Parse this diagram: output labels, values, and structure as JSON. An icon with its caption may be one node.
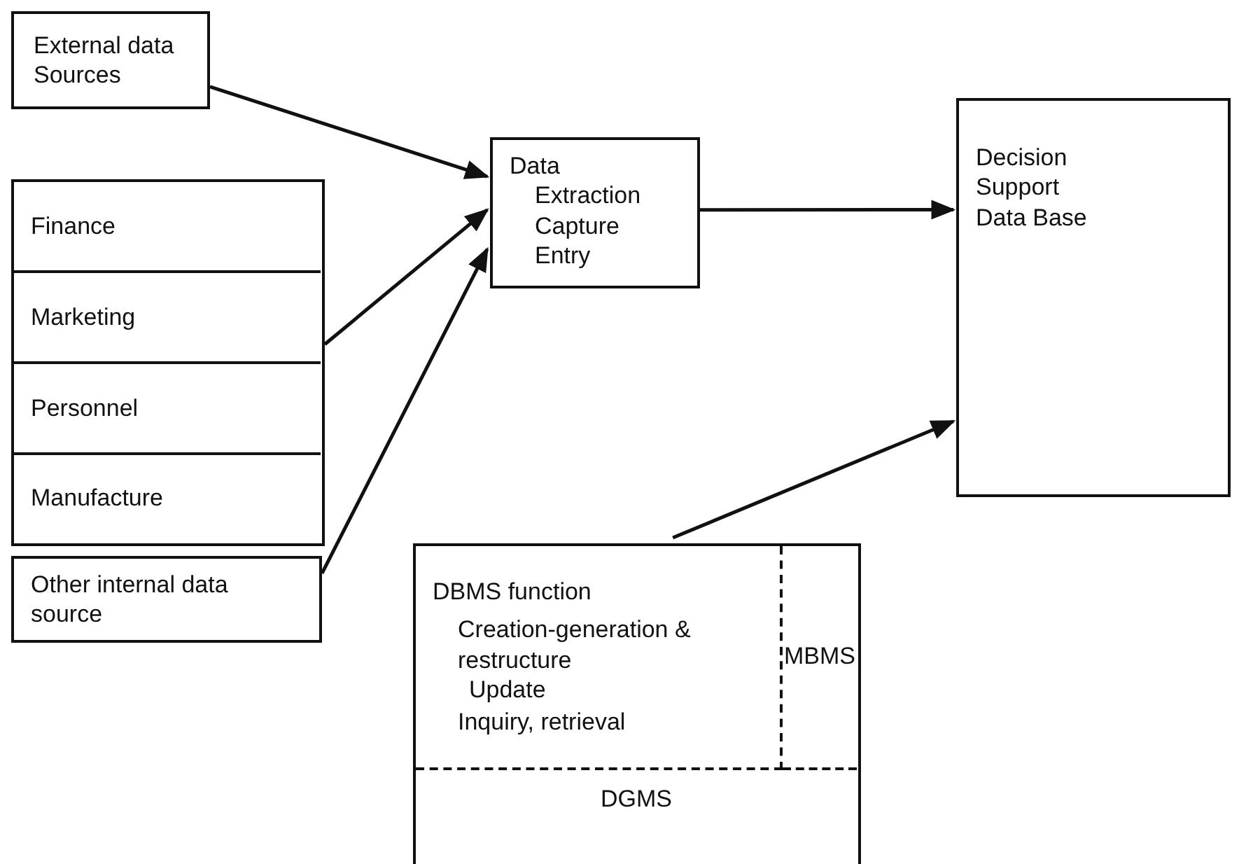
{
  "diagram": {
    "nodes": [
      {
        "text": [
          "External data Sources"
        ]
      },
      {
        "text": [],
        "shape": "box"
      },
      {
        "text": [
          "Finance"
        ],
        "in": 1
      },
      {
        "text": [
          "Marketing"
        ],
        "in": 1
      },
      {
        "text": [
          "Personnel"
        ],
        "in": 1
      },
      {
        "text": [
          "Manufacture"
        ],
        "in": 1
      },
      {
        "text": [
          "Other internal data source"
        ]
      },
      {
        "text": [
          "Data",
          "Extraction",
          "Capture",
          "Entry"
        ]
      },
      {
        "text": [
          "Decision Support Data Base"
        ]
      },
      {
        "text": [],
        "shape": "box"
      },
      {
        "text": [
          "DBMS function",
          "Creation-generation & restructure",
          "Update",
          "Inquiry, retrieval"
        ],
        "in": 9
      },
      {
        "text": [
          "MBMS"
        ],
        "in": 9
      },
      {
        "text": [
          "DGMS"
        ],
        "in": 9
      }
    ],
    "edges": [
      {
        "from": 0,
        "to": 7,
        "arrow": "to"
      },
      {
        "from": 1,
        "to": 7,
        "arrow": "to"
      },
      {
        "from": 6,
        "to": 7,
        "arrow": "to"
      },
      {
        "from": 7,
        "to": 8,
        "arrow": "to"
      },
      {
        "from": 9,
        "to": 8,
        "arrow": "to"
      }
    ]
  }
}
